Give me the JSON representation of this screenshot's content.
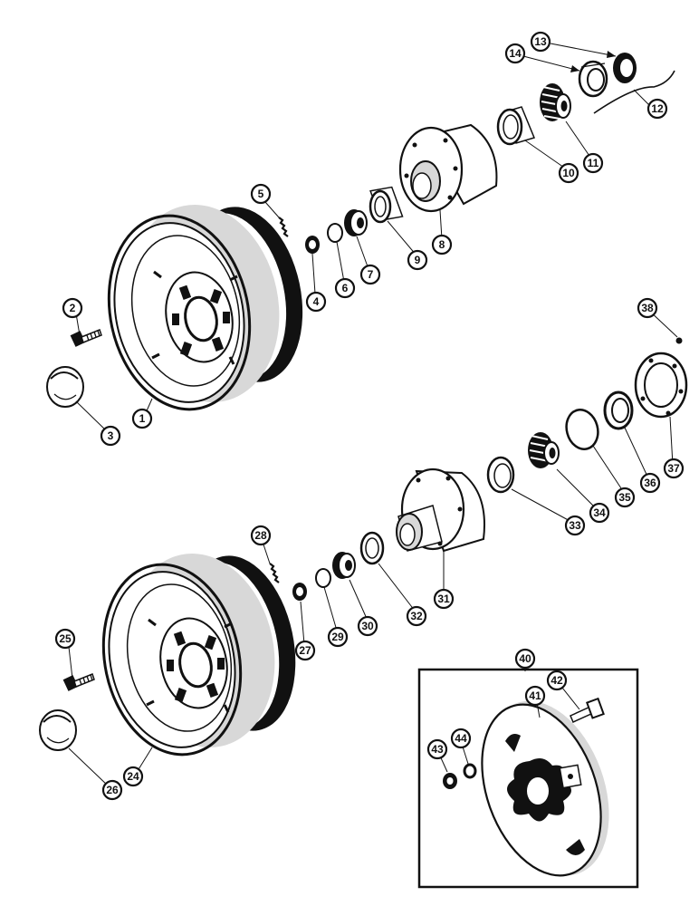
{
  "diagram": {
    "callouts": [
      "1",
      "2",
      "3",
      "4",
      "5",
      "6",
      "7",
      "8",
      "9",
      "10",
      "11",
      "12",
      "13",
      "14",
      "24",
      "25",
      "26",
      "27",
      "28",
      "29",
      "30",
      "31",
      "32",
      "33",
      "34",
      "35",
      "36",
      "37",
      "38",
      "40",
      "41",
      "42",
      "43",
      "44"
    ],
    "colors": {
      "ink": "#111111",
      "paper": "#ffffff"
    }
  }
}
